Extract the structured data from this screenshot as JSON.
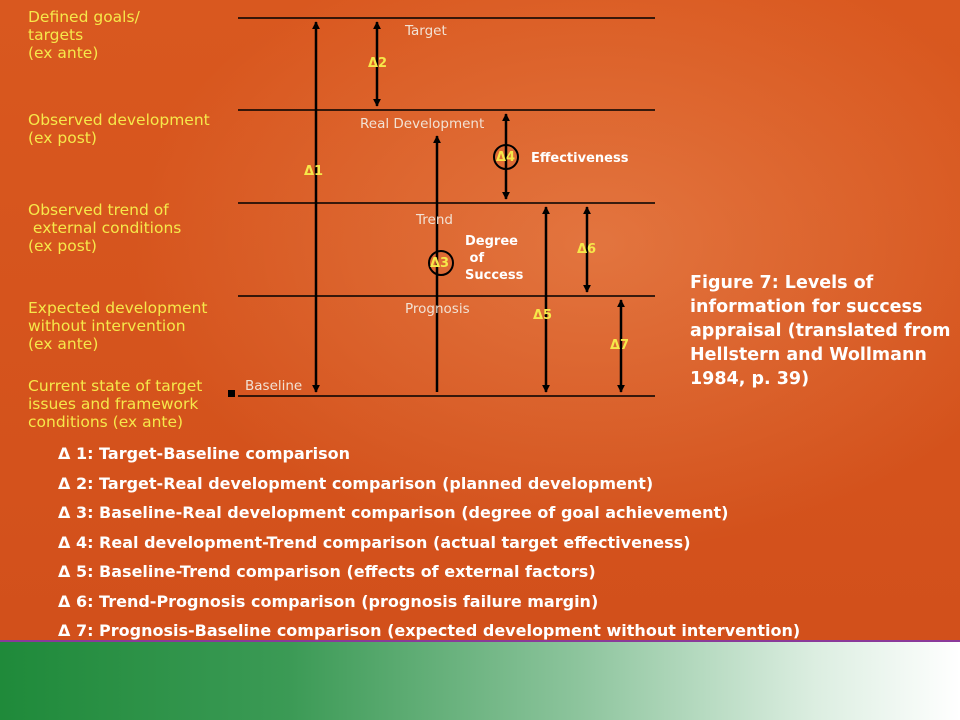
{
  "levels": [
    {
      "id": "goals",
      "label": "Defined goals/\ntargets\n(ex ante)"
    },
    {
      "id": "observed",
      "label": "Observed development\n(ex post)"
    },
    {
      "id": "trend",
      "label": "Observed trend of\n external conditions\n(ex post)"
    },
    {
      "id": "expected",
      "label": "Expected development\nwithout intervention\n(ex ante)"
    },
    {
      "id": "current",
      "label": "Current state of target\nissues and framework\nconditions (ex ante)"
    }
  ],
  "line_labels": {
    "target": "Target",
    "real_development": "Real Development",
    "trend": "Trend",
    "prognosis": "Prognosis",
    "baseline": "Baseline"
  },
  "deltas": {
    "d1": "Δ1",
    "d2": "Δ2",
    "d3": "Δ3",
    "d4": "Δ4",
    "d5": "Δ5",
    "d6": "Δ6",
    "d7": "Δ7"
  },
  "annotations": {
    "effectiveness": "Effectiveness",
    "degree_of_success": "Degree\n of\nSuccess"
  },
  "caption": "Figure 7: Levels of information for success appraisal (translated from Hellstern and Wollmann 1984, p. 39)",
  "legend": [
    "Δ 1: Target-Baseline comparison",
    "Δ 2: Target-Real development comparison (planned development)",
    "Δ 3: Baseline-Real development comparison (degree of goal achievement)",
    "Δ 4: Real development-Trend comparison (actual target effectiveness)",
    "Δ 5: Baseline-Trend comparison (effects of external factors)",
    "Δ 6: Trend-Prognosis comparison (prognosis failure margin)",
    "Δ 7: Prognosis-Baseline comparison (expected development without intervention)"
  ],
  "colors": {
    "background": "#d8541f",
    "label_yellow": "#f6e84a",
    "line_black": "#000000",
    "footer_green": "#1f8a3a"
  }
}
